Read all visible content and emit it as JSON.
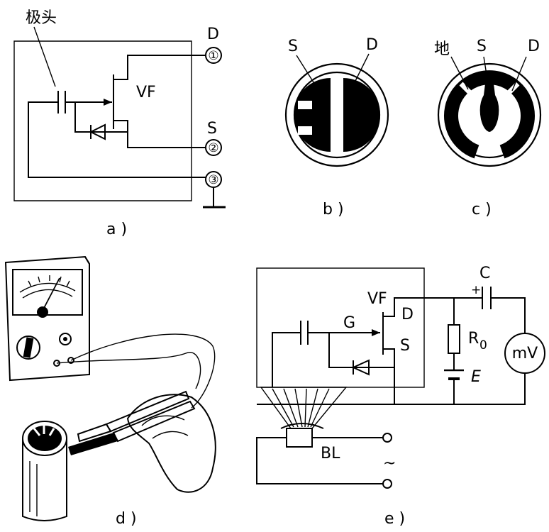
{
  "panels": {
    "a": {
      "caption": "a )",
      "pole_label": "极头",
      "d_label": "D",
      "s_label": "S",
      "transistor_label": "VF",
      "pin1": "①",
      "pin2": "②",
      "pin3": "③"
    },
    "b": {
      "caption": "b )",
      "s_label": "S",
      "d_label": "D"
    },
    "c": {
      "caption": "c )",
      "ground_label": "地",
      "s_label": "S",
      "d_label": "D"
    },
    "d": {
      "caption": "d )"
    },
    "e": {
      "caption": "e )",
      "transistor_label": "VF",
      "g_label": "G",
      "d_label": "D",
      "s_label": "S",
      "c_label": "C",
      "plus_label": "+",
      "r0_label": "R",
      "r0_sub": "0",
      "e_label": "E",
      "meter_label": "mV",
      "speaker_label": "BL",
      "ac_label": "~"
    }
  }
}
